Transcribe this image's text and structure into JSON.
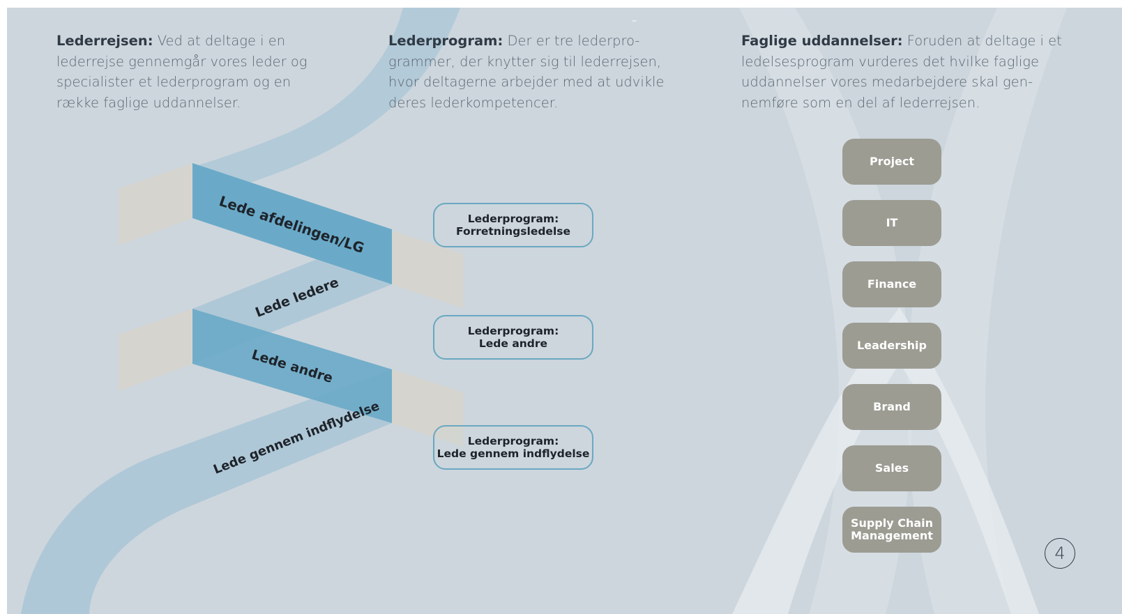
{
  "intro": {
    "lederrejsen_title": "Lederrejsen:",
    "lederrejsen_text": " Ved at deltage i en lederrejse gennemgår vores leder og specialister et lederprogram og en række faglige uddannelser.",
    "lederprogram_title": "Lederprogram:",
    "lederprogram_text": " Der er tre lederpro-grammer, der knytter sig til lederrejsen, hvor deltagerne arbejder med at udvikle deres lederkompetencer.",
    "faglige_title": "Faglige uddannelser:",
    "faglige_text": " Foruden at deltage i et ledelsesprogram vurderes det hvilke faglige uddannelser vores medarbejdere skal gen-nemføre som en del af lederrejsen."
  },
  "levels": {
    "afdelingen": "Lede afdelingen/LG",
    "ledere": "Lede ledere",
    "andre": "Lede andre",
    "indflydelse": "Lede gennem indflydelse"
  },
  "programs": [
    {
      "line1": "Lederprogram:",
      "line2": "Forretningsledelse"
    },
    {
      "line1": "Lederprogram:",
      "line2": "Lede andre"
    },
    {
      "line1": "Lederprogram:",
      "line2": "Lede gennem indflydelse"
    }
  ],
  "courses": [
    {
      "label": "Project"
    },
    {
      "label": "IT"
    },
    {
      "label": "Finance"
    },
    {
      "label": "Leadership"
    },
    {
      "label": "Brand"
    },
    {
      "label": "Sales"
    },
    {
      "label": "Supply Chain Management"
    }
  ],
  "page_number": "4",
  "top_dash": "–",
  "colors": {
    "background": "#cdd6dd",
    "ribbon_dark": "#6aaac8",
    "ribbon_light": "#a9c6d6",
    "panel_beige": "#d6d4ce",
    "course_pill": "#9c9c93",
    "program_border": "#6aa7c2"
  }
}
